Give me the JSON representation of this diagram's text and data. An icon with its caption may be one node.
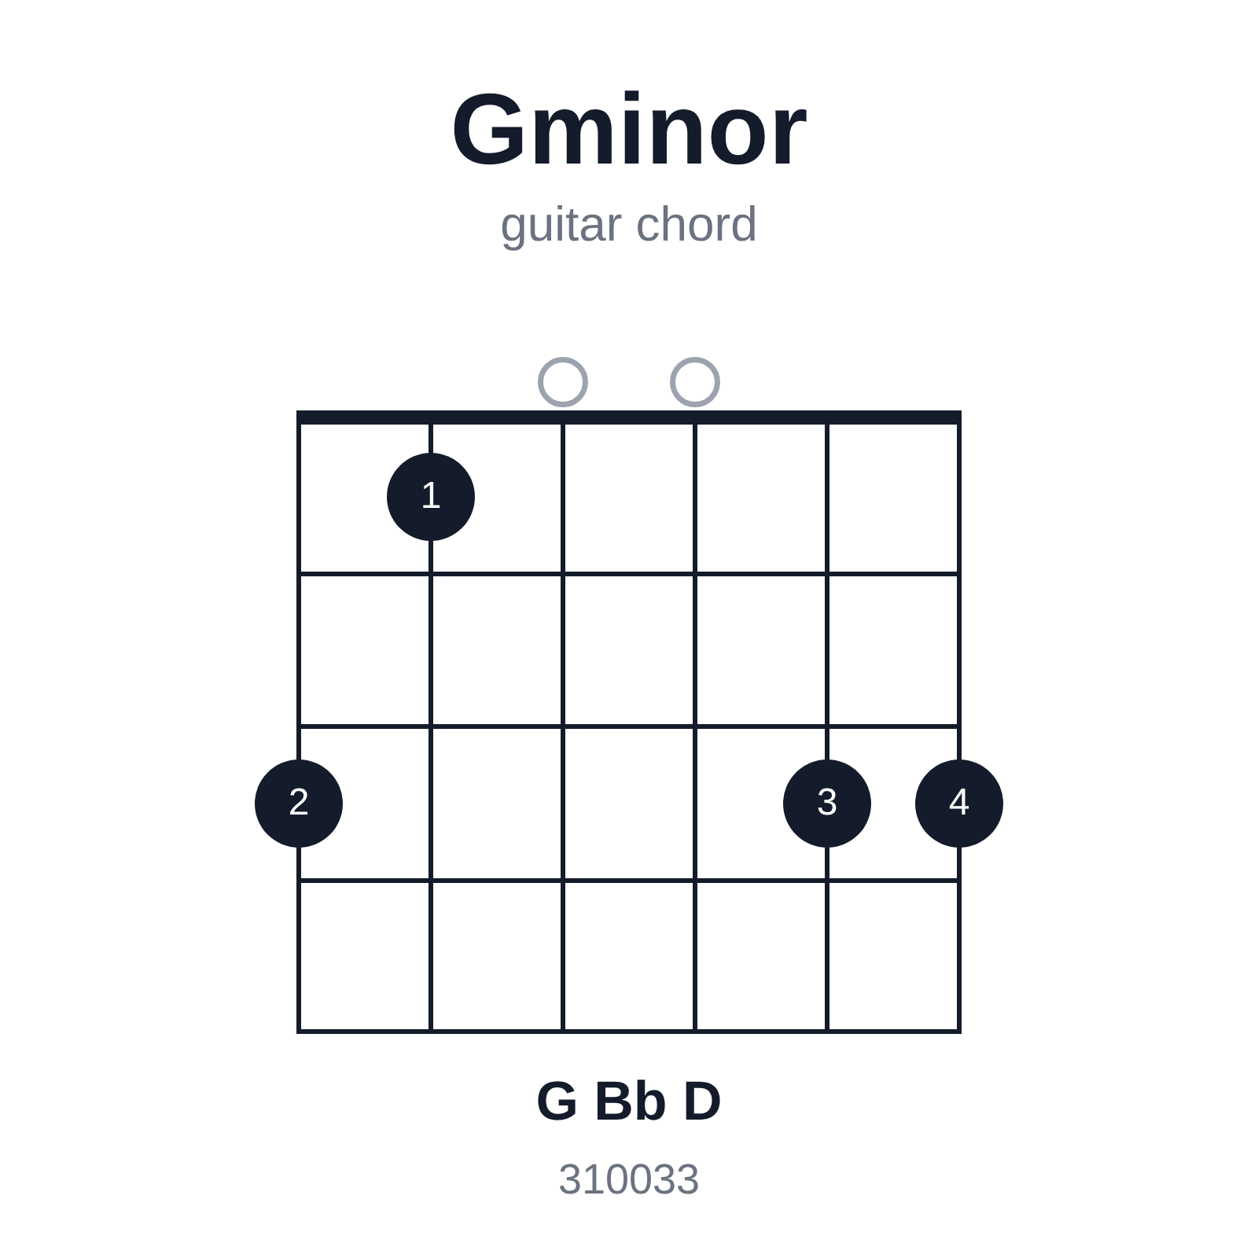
{
  "diagram": {
    "title": "Gminor",
    "nodes": [
      {
        "text": [],
        "shape": "circle"
      },
      {
        "text": [],
        "shape": "circle"
      },
      {
        "text": [
          "1"
        ]
      },
      {
        "text": [
          "2"
        ]
      },
      {
        "text": [
          "3"
        ]
      },
      {
        "text": [
          "4"
        ]
      }
    ],
    "labels": [
      "guitar chord",
      "G Bb D",
      "310033"
    ]
  }
}
